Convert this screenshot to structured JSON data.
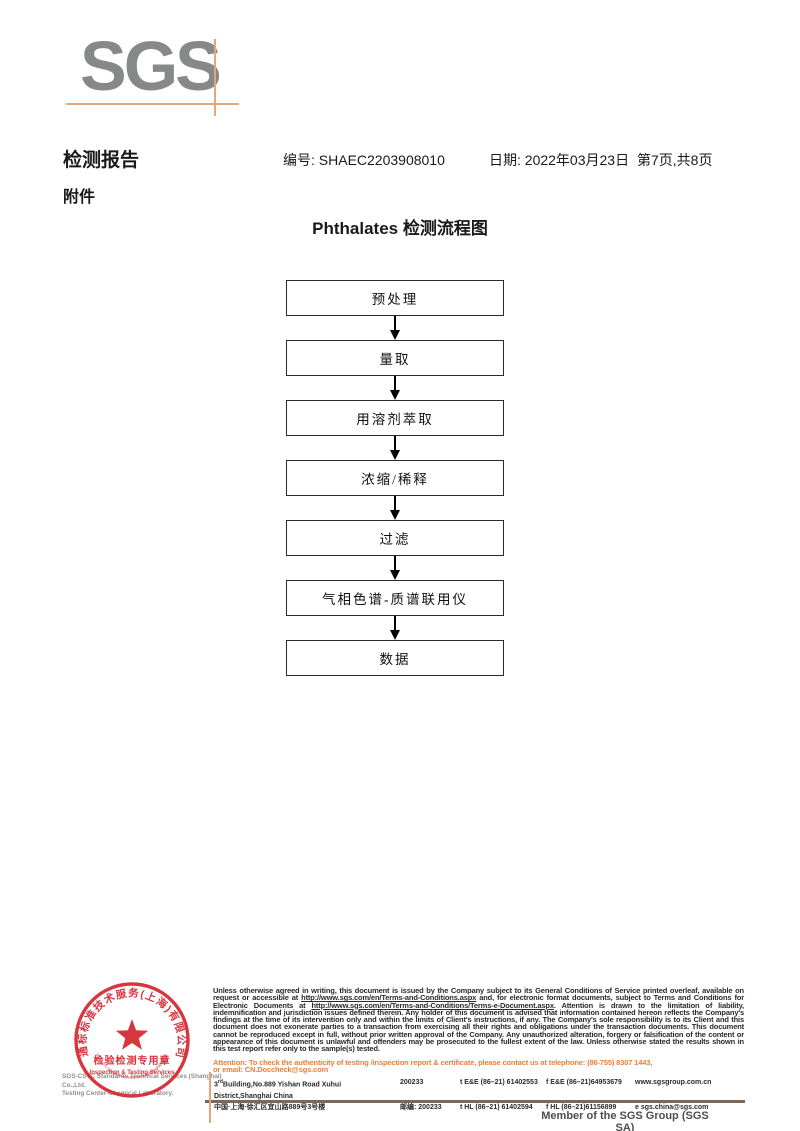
{
  "logo": {
    "text": "SGS"
  },
  "header": {
    "report_title": "检测报告",
    "report_no": "编号: SHAEC2203908010",
    "report_date": "日期: 2022年03月23日",
    "page_info": "第7页,共8页",
    "attachment_label": "附件"
  },
  "flowchart": {
    "title": "Phthalates 检测流程图",
    "steps": [
      "预处理",
      "量取",
      "用溶剂萃取",
      "浓缩/稀释",
      "过滤",
      "气相色谱-质谱联用仪",
      "数据"
    ]
  },
  "footer": {
    "legal_segments": [
      {
        "text": "Unless otherwise agreed in writing, this document is issued by the Company subject to its General Conditions of Service printed overleaf, available on request or accessible at ",
        "u": false
      },
      {
        "text": "http://www.sgs.com/en/Terms-and-Conditions.aspx",
        "u": true
      },
      {
        "text": " and, for electronic format documents, subject to Terms and Conditions for Electronic Documents at ",
        "u": false
      },
      {
        "text": "http://www.sgs.com/en/Terms-and-Conditions/Terms-e-Document.aspx",
        "u": true
      },
      {
        "text": ". Attention is drawn to the limitation of liability, indemnification and jurisdiction issues defined therein. Any holder of this document is advised that information contained hereon reflects the Company's findings at the time of its intervention only and within the limits of Client's instructions, if any. The Company's sole responsibility is to its Client and this document does not exonerate parties to a transaction from exercising all their rights and obligations under the transaction documents. This document cannot be reproduced except in full, without prior written approval of the Company. Any unauthorized alteration, forgery or falsification of the content or appearance of this document is unlawful and offenders may be prosecuted to the fullest extent of the law. Unless otherwise stated the results shown in this test report refer only to the sample(s) tested.",
        "u": false
      }
    ],
    "attention_line1": "Attention: To check the authenticity of testing /inspection report & certificate, please contact us at telephone: (86-755) 8307 1443,",
    "attention_line2": "or email: CN.Doccheck@sgs.com",
    "company_line1": "SGS-CSTC Standards Technical Services (Shanghai) Co.,Ltd.",
    "company_line2": "Testing Center-Chemical Laboratory.",
    "stamp": {
      "ring_top": "通标标准技术服务(上海)有限公司",
      "ring_bottom": "SGS-CSTC Standards Technical Services(Shanghai)Co.,Ltd.",
      "label_cn": "检验检测专用章",
      "label_en": "Inspection & Testing Services"
    },
    "address_rows": [
      {
        "addr_num": "3",
        "addr_sup": "rd",
        "addr_rest": "Building,No.889 Yishan Road Xuhui District,Shanghai China",
        "post": "200233",
        "tel": "t E&E (86–21) 61402553",
        "fax": "f E&E (86–21)64953679",
        "net": "www.sgsgroup.com.cn"
      },
      {
        "addr_num": "",
        "addr_sup": "",
        "addr_rest": "中国·上海·徐汇区宜山路889号3号楼",
        "post": "邮编: 200233",
        "tel": "t HL (86–21) 61402594",
        "fax": "f HL (86–21)61156899",
        "net": "e  sgs.china@sgs.com"
      }
    ],
    "member_text": "Member of the SGS Group (SGS SA)"
  },
  "colors": {
    "logo_gray": "#87888a",
    "crosshair_orange": "#e3a778",
    "stamp_red": "#d4262e",
    "attention_orange": "#e8803d",
    "footer_rule_brown": "#7c685a"
  }
}
